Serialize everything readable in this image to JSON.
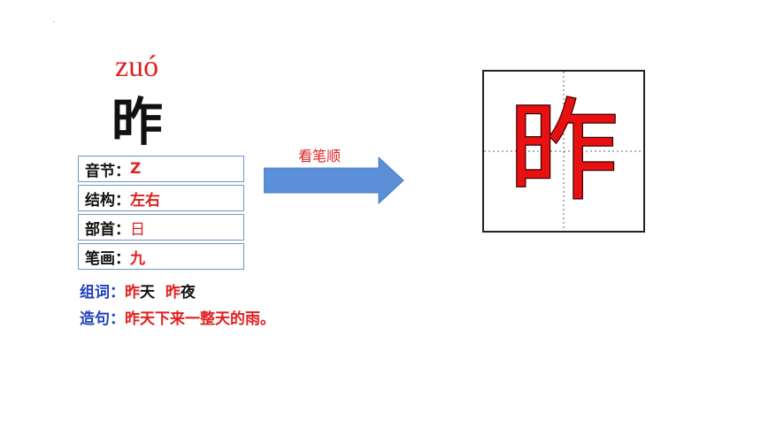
{
  "character": {
    "pinyin": "zuó",
    "glyph": "昨"
  },
  "info": {
    "rows": [
      {
        "label": "音节：",
        "value": "Z"
      },
      {
        "label": "结构：",
        "value": "左右"
      },
      {
        "label": "部首：",
        "value": "日"
      },
      {
        "label": "笔画：",
        "value": "九"
      }
    ]
  },
  "words": {
    "label": "组词：",
    "w1_red": "昨",
    "w1_black": "天",
    "w2_red": "昨",
    "w2_black": "夜"
  },
  "sentence": {
    "label": "造句：",
    "text": "昨天下来一整天的雨。"
  },
  "stroke_order": {
    "label": "看笔顺",
    "glyph": "昨"
  },
  "colors": {
    "red": "#e02020",
    "blue": "#1f3fbf",
    "arrow": "#5b8fd8",
    "border": "#6f95c8"
  }
}
